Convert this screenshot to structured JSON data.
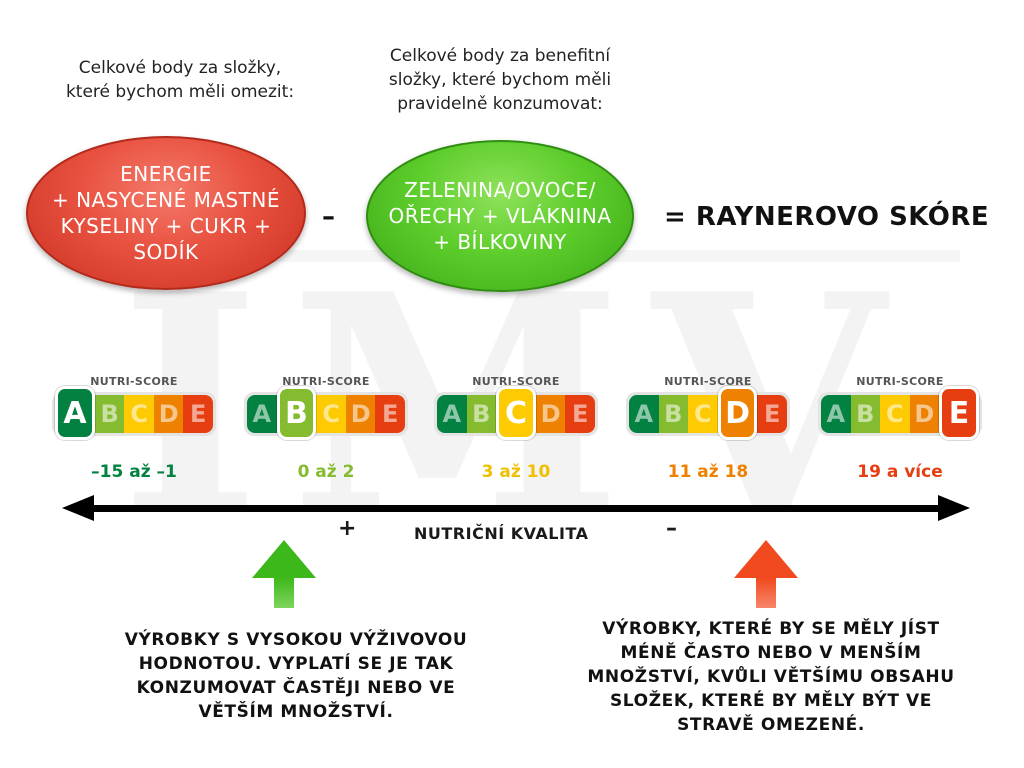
{
  "formula": {
    "left_caption": [
      "Celkové body za složky,",
      "které bychom měli omezit:"
    ],
    "right_caption": [
      "Celkové body za benefitní",
      "složky, které bychom měli",
      "pravidelně konzumovat:"
    ],
    "limit_ellipse": [
      "ENERGIE",
      "+ NASYCENÉ MASTNÉ",
      "KYSELINY + CUKR +",
      "SODÍK"
    ],
    "benefit_ellipse": [
      "ZELENINA/OVOCE/",
      "OŘECHY + VLÁKNINA",
      "+ BÍLKOVINY"
    ],
    "minus_sign": "–",
    "result": "= RAYNEROVO SKÓRE",
    "colors": {
      "limit": "#e8503f",
      "benefit": "#5dcd2c"
    }
  },
  "nutriscore": {
    "title": "NUTRI-SCORE",
    "letters": [
      "A",
      "B",
      "C",
      "D",
      "E"
    ],
    "letter_colors": [
      "#038141",
      "#85bb2f",
      "#fecb02",
      "#ee8100",
      "#e63e11"
    ],
    "badges": [
      {
        "active": "A",
        "range": "–15 až –1",
        "range_color": "#038141"
      },
      {
        "active": "B",
        "range": "0 až 2",
        "range_color": "#85bb2f"
      },
      {
        "active": "C",
        "range": "3 až 10",
        "range_color": "#f0c000"
      },
      {
        "active": "D",
        "range": "11 až 18",
        "range_color": "#ee8100"
      },
      {
        "active": "E",
        "range": "19 a více",
        "range_color": "#e63e11"
      }
    ]
  },
  "axis": {
    "plus": "+",
    "label": "NUTRIČNÍ KVALITA",
    "minus": "–"
  },
  "bottom": {
    "left_text": [
      "VÝROBKY S VYSOKOU VÝŽIVOVOU",
      "HODNOTOU. VYPLATÍ SE JE TAK",
      "KONZUMOVAT ČASTĚJI NEBO VE",
      "VĚTŠÍM MNOŽSTVÍ."
    ],
    "right_text": [
      "VÝROBKY, KTERÉ BY SE MĚLY JÍST",
      "MÉNĚ ČASTO NEBO V MENŠÍM",
      "MNOŽSTVÍ, KVŮLI VĚTŠÍMU OBSAHU",
      "SLOŽEK, KTERÉ BY MĚLY BÝT VE",
      "STRAVĚ OMEZENÉ."
    ],
    "left_arrow": "green-up-arrow-icon",
    "right_arrow": "red-up-arrow-icon",
    "arrow_colors": {
      "green": "#3db81a",
      "red": "#f04a1e"
    }
  }
}
